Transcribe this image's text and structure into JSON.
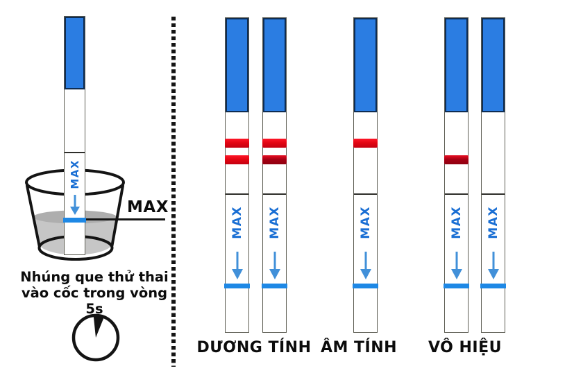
{
  "colors": {
    "strip_blue": "#2b7de2",
    "strip_blue_border": "#0e2c52",
    "red_bright": "#e30613",
    "red_dark": "#a50014",
    "max_text_blue": "#1a6fd4",
    "arrow_blue": "#4190d9",
    "level_line_blue": "#1e88e5",
    "liquid_gray": "#c6c6c6",
    "liquid_surface_gray": "#aeaeae",
    "outline_black": "#141414"
  },
  "instruction_panel": {
    "strip_max_text": "MAX",
    "max_callout_label": "MAX",
    "caption_line1": "Nhúng que thử thai",
    "caption_line2": "vào cốc trong vòng 5s"
  },
  "result_panel": {
    "strip_max_text": "MAX",
    "groups": [
      {
        "label": "DƯƠNG TÍNH",
        "strips": [
          {
            "lines": [
              {
                "position": "control",
                "shade": "bright"
              },
              {
                "position": "test",
                "shade": "bright"
              }
            ]
          },
          {
            "lines": [
              {
                "position": "control",
                "shade": "bright"
              },
              {
                "position": "test",
                "shade": "dark"
              }
            ]
          }
        ]
      },
      {
        "label": "ÂM TÍNH",
        "strips": [
          {
            "lines": [
              {
                "position": "control",
                "shade": "bright"
              }
            ]
          }
        ]
      },
      {
        "label": "VÔ HIỆU",
        "strips": [
          {
            "lines": [
              {
                "position": "test",
                "shade": "dark"
              }
            ]
          },
          {
            "lines": []
          }
        ]
      }
    ]
  }
}
